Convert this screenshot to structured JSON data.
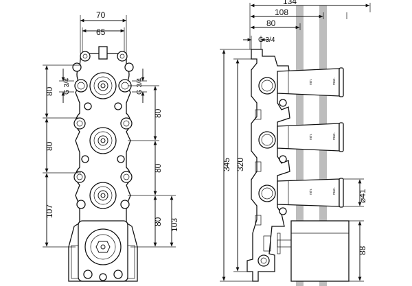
{
  "front": {
    "width_outer": "70",
    "width_inner": "65",
    "thread_left": "G 3/4",
    "thread_right": "G 3/4",
    "left_dims": [
      "80",
      "80",
      "107"
    ],
    "right_dims": [
      "80",
      "80",
      "80"
    ],
    "right_total": "103"
  },
  "side": {
    "top_dims": [
      "134",
      "108",
      "80"
    ],
    "thread": "G 3/4",
    "total_height": "345",
    "body_height": "320",
    "pipe_diameter": "41",
    "box_height": "88",
    "pipe_labels": [
      "min.",
      "max."
    ]
  }
}
